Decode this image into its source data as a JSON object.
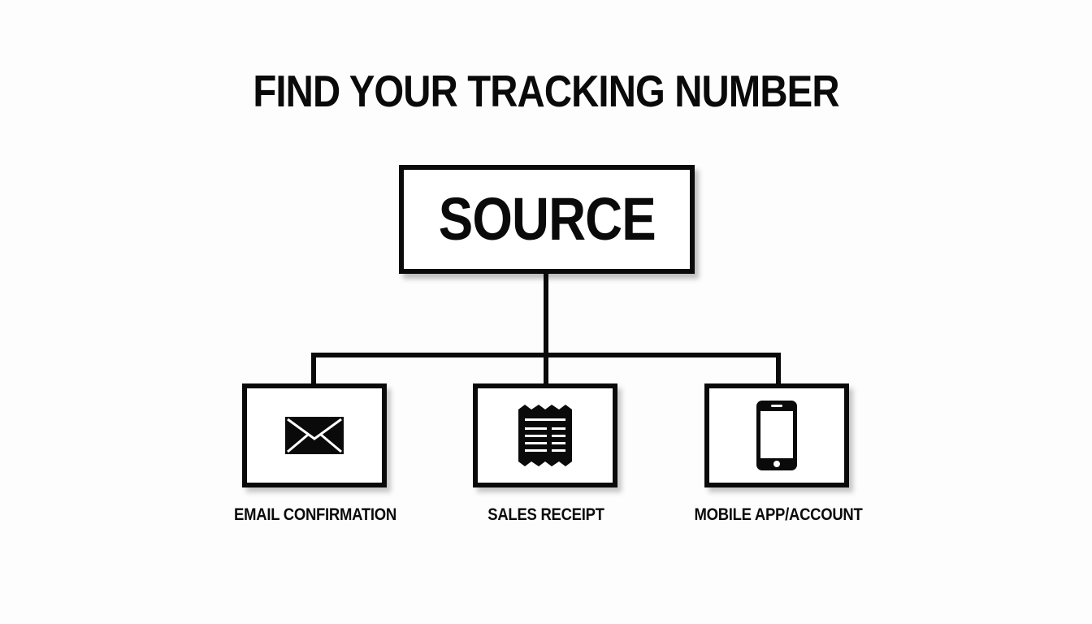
{
  "title": "FIND YOUR TRACKING NUMBER",
  "root": {
    "label": "SOURCE"
  },
  "children": [
    {
      "label": "EMAIL CONFIRMATION",
      "icon": "envelope-icon"
    },
    {
      "label": "SALES RECEIPT",
      "icon": "receipt-icon"
    },
    {
      "label": "MOBILE APP/ACCOUNT",
      "icon": "smartphone-icon"
    }
  ],
  "colors": {
    "stroke": "#0a0a0a",
    "background": "#fdfdfd"
  }
}
